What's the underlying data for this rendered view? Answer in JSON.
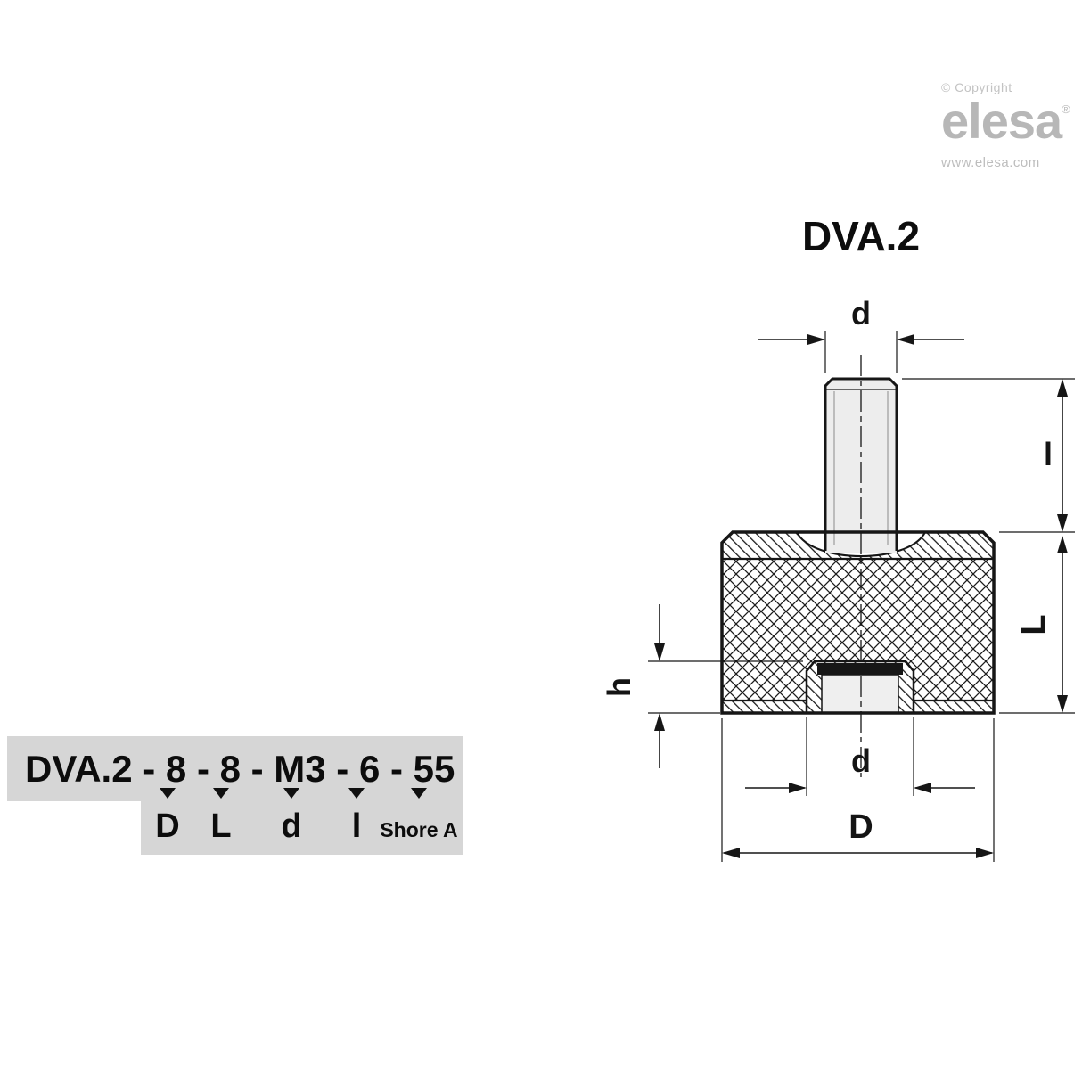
{
  "branding": {
    "copyright_line": "© Copyright",
    "logo_text": "elesa",
    "registered_mark": "®",
    "website": "www.elesa.com"
  },
  "drawing": {
    "title": "DVA.2",
    "dim_labels": {
      "stud_diameter": "d",
      "stud_length": "l",
      "body_height": "L",
      "insert_depth": "h",
      "insert_diameter": "d",
      "body_diameter": "D"
    }
  },
  "ordering_code": {
    "code": "DVA.2 - 8 - 8 - M3 - 6 - 55",
    "labels": [
      "D",
      "L",
      "d",
      "l",
      "Shore A"
    ]
  }
}
